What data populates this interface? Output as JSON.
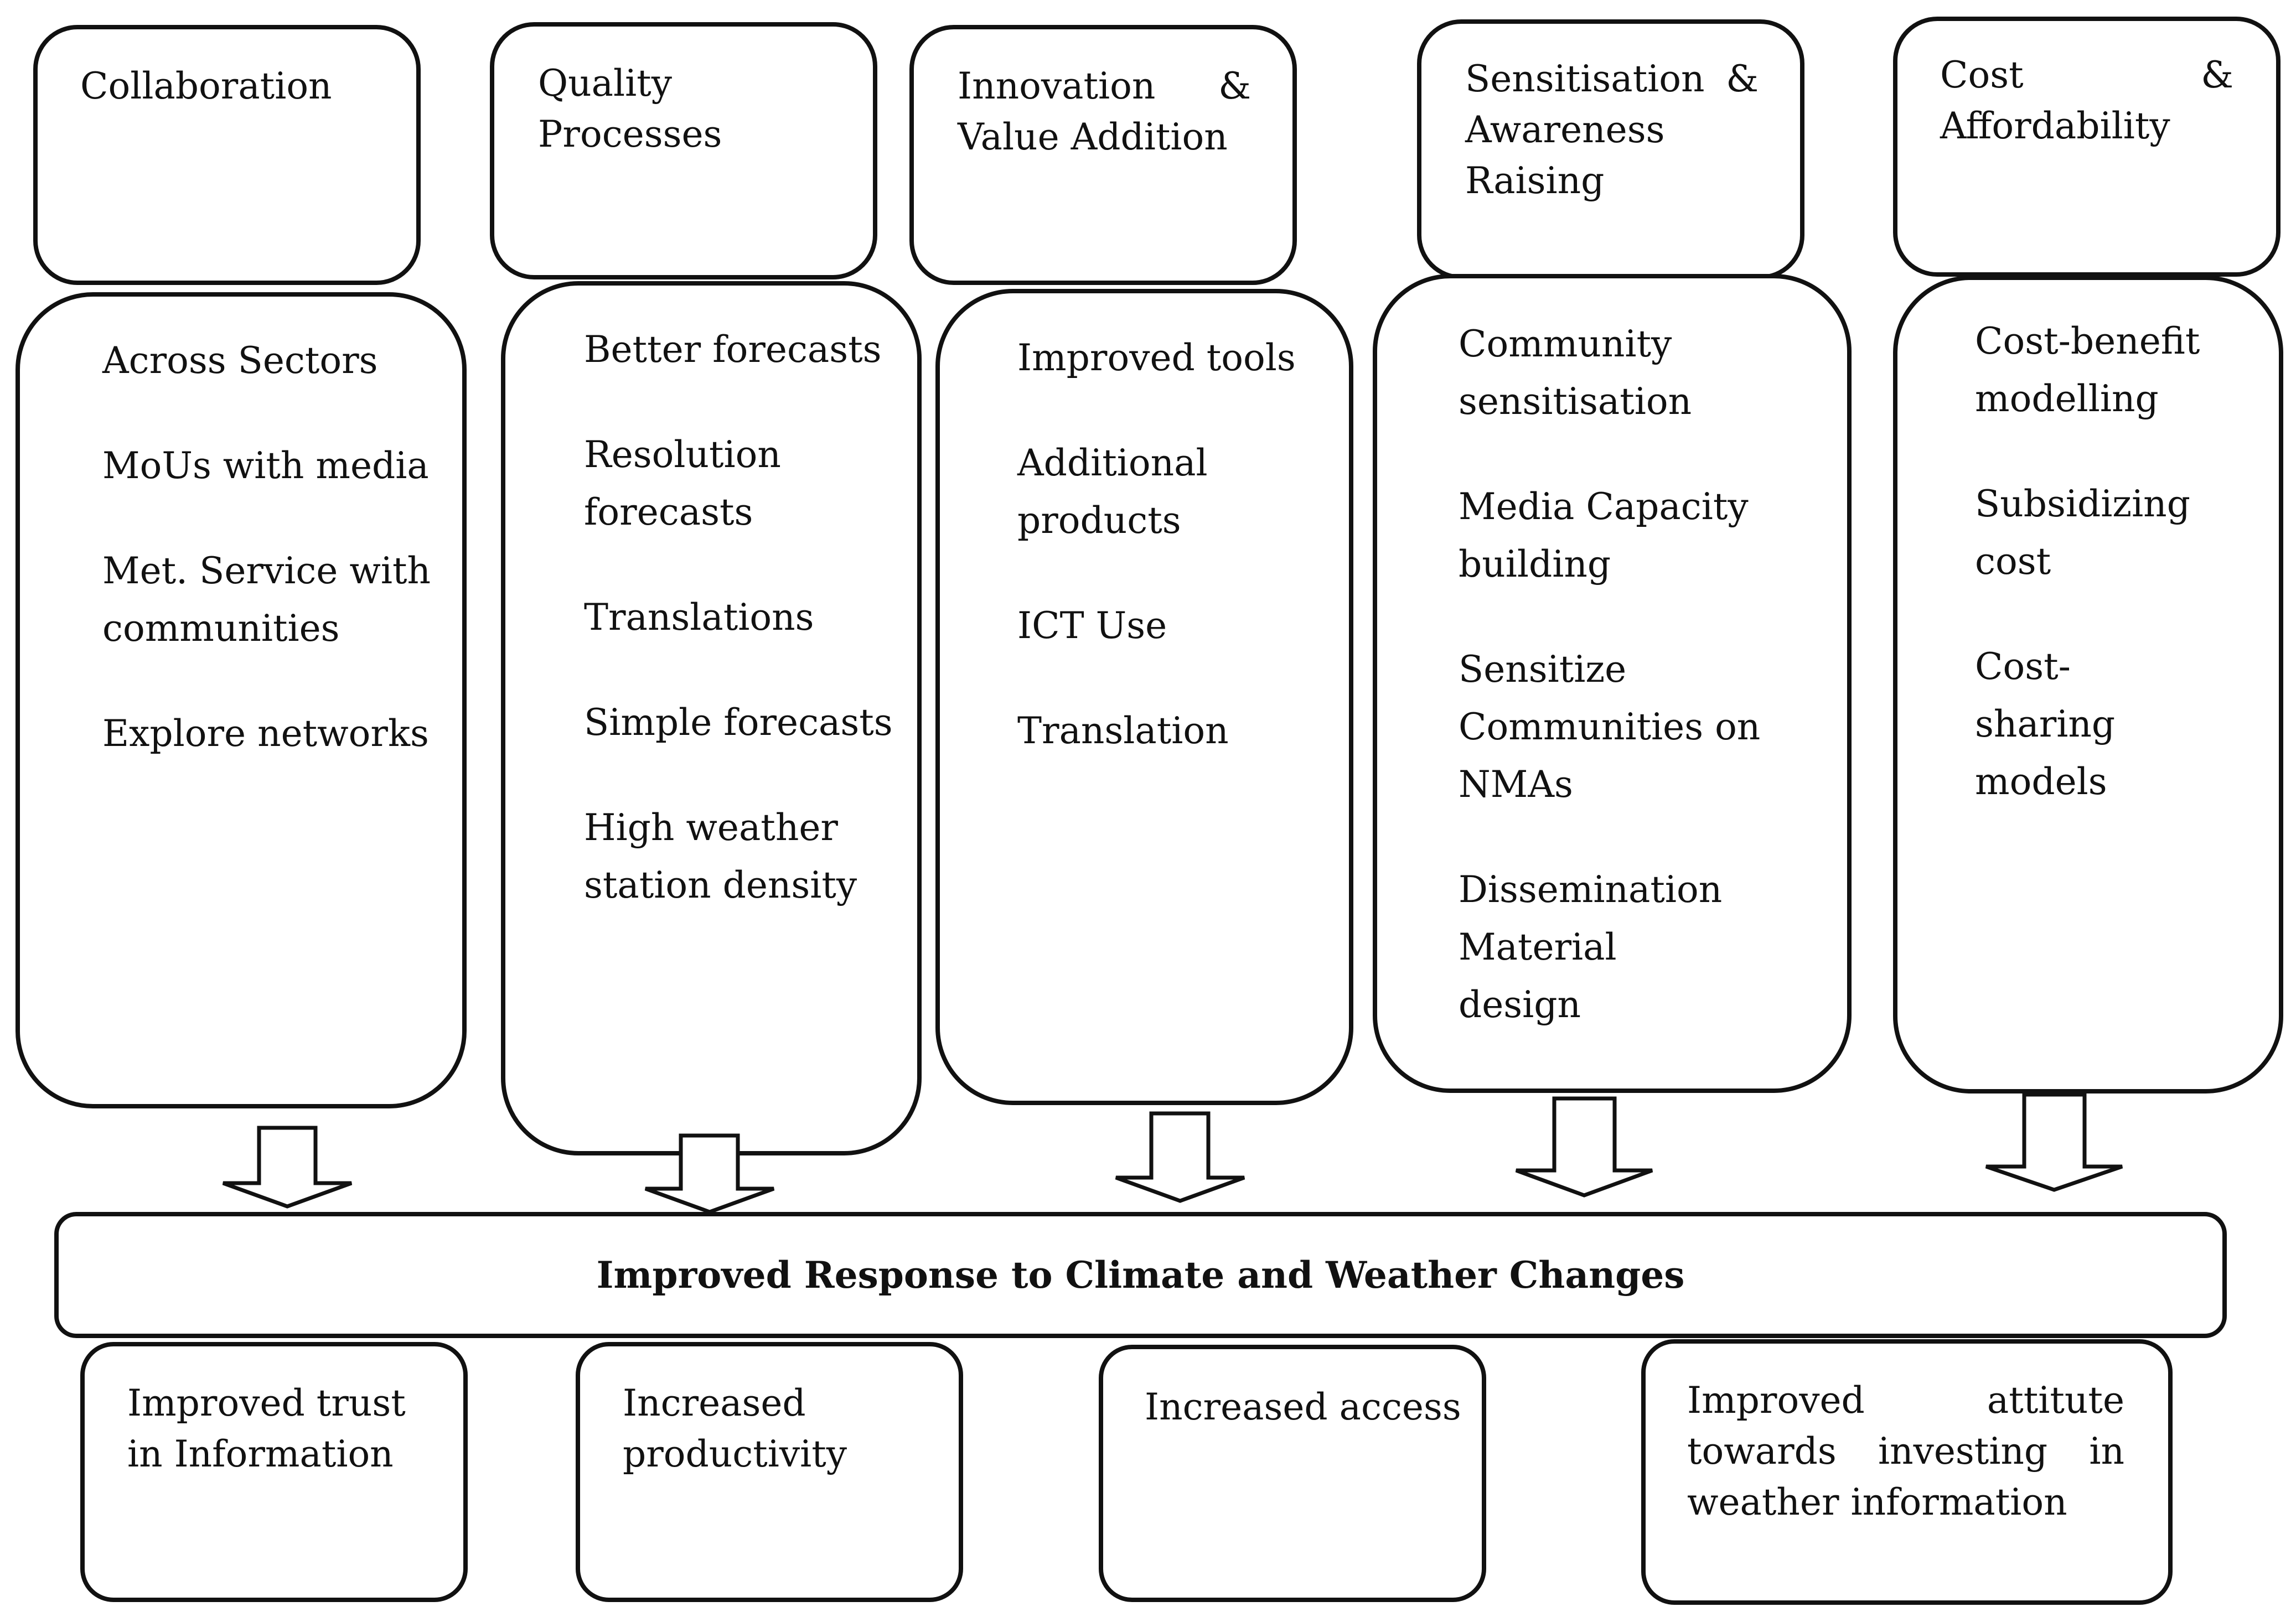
{
  "columns": [
    {
      "header": "Collaboration",
      "items": [
        "Across Sectors",
        "MoUs  with media",
        "Met. Service with communities",
        "Explore networks"
      ]
    },
    {
      "header": "Quality Processes",
      "items": [
        "Better forecasts",
        "Resolution forecasts",
        "Translations",
        "Simple forecasts",
        "High weather station density"
      ]
    },
    {
      "header": "Innovation & Value Addition",
      "items": [
        "Improved tools",
        "Additional products",
        "ICT Use",
        "Translation"
      ]
    },
    {
      "header": "Sensitisation & Awareness Raising",
      "items": [
        "Community sensitisation",
        "Media Capacity building",
        "Sensitize Communities on NMAs",
        "Dissemination Material design"
      ]
    },
    {
      "header": "Cost & Affordability",
      "items": [
        "Cost-benefit modelling",
        "Subsidizing cost",
        "Cost-sharing models"
      ]
    }
  ],
  "central": "Improved Response to Climate and Weather Changes",
  "outcomes": [
    "Improved trust in Information",
    "Increased productivity",
    "Increased access",
    "Improved attitute towards investing in weather information"
  ]
}
